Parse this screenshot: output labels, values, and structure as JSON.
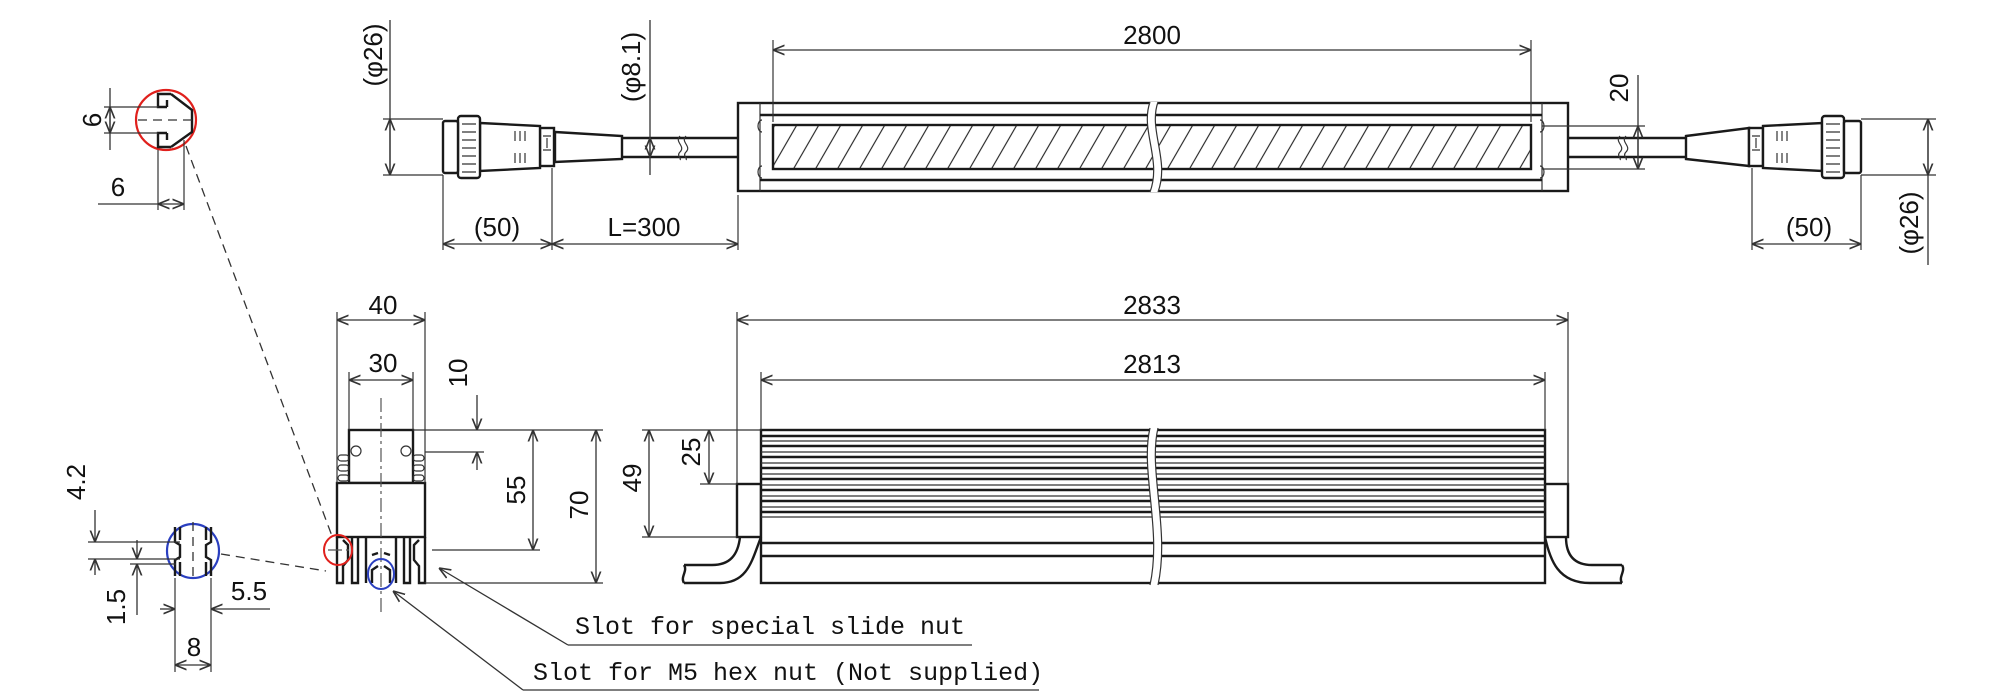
{
  "top_view": {
    "dim_length": "2800",
    "dim_connector_diameter_left": "(φ26)",
    "dim_cable_diameter": "(φ8.1)",
    "dim_connector_length_left": "(50)",
    "dim_cable_length": "L=300",
    "dim_emitting_width": "20",
    "dim_connector_diameter_right": "(φ26)",
    "dim_connector_length_right": "(50)"
  },
  "side_view": {
    "dim_total_length": "2833",
    "dim_body_length": "2813",
    "dim_height": "49",
    "dim_upper_height": "25"
  },
  "section_view": {
    "dim_width": "40",
    "dim_top_width": "30",
    "dim_offset": "10",
    "dim_slot_height": "55",
    "dim_total_height": "70"
  },
  "detail_special_slot": {
    "dim_opening": "6",
    "dim_depth": "6"
  },
  "detail_hex_slot": {
    "dim_upper": "4.2",
    "dim_lower": "1.5",
    "dim_inner": "5.5",
    "dim_width": "8"
  },
  "callouts": {
    "special_slide_nut": "Slot for special slide nut",
    "m5_hex_nut": "Slot for M5 hex nut (Not supplied)"
  },
  "colors": {
    "line": "#1a1a1a",
    "detail_special_slot": "#e0201c",
    "detail_hex_slot": "#2a3fc0"
  }
}
